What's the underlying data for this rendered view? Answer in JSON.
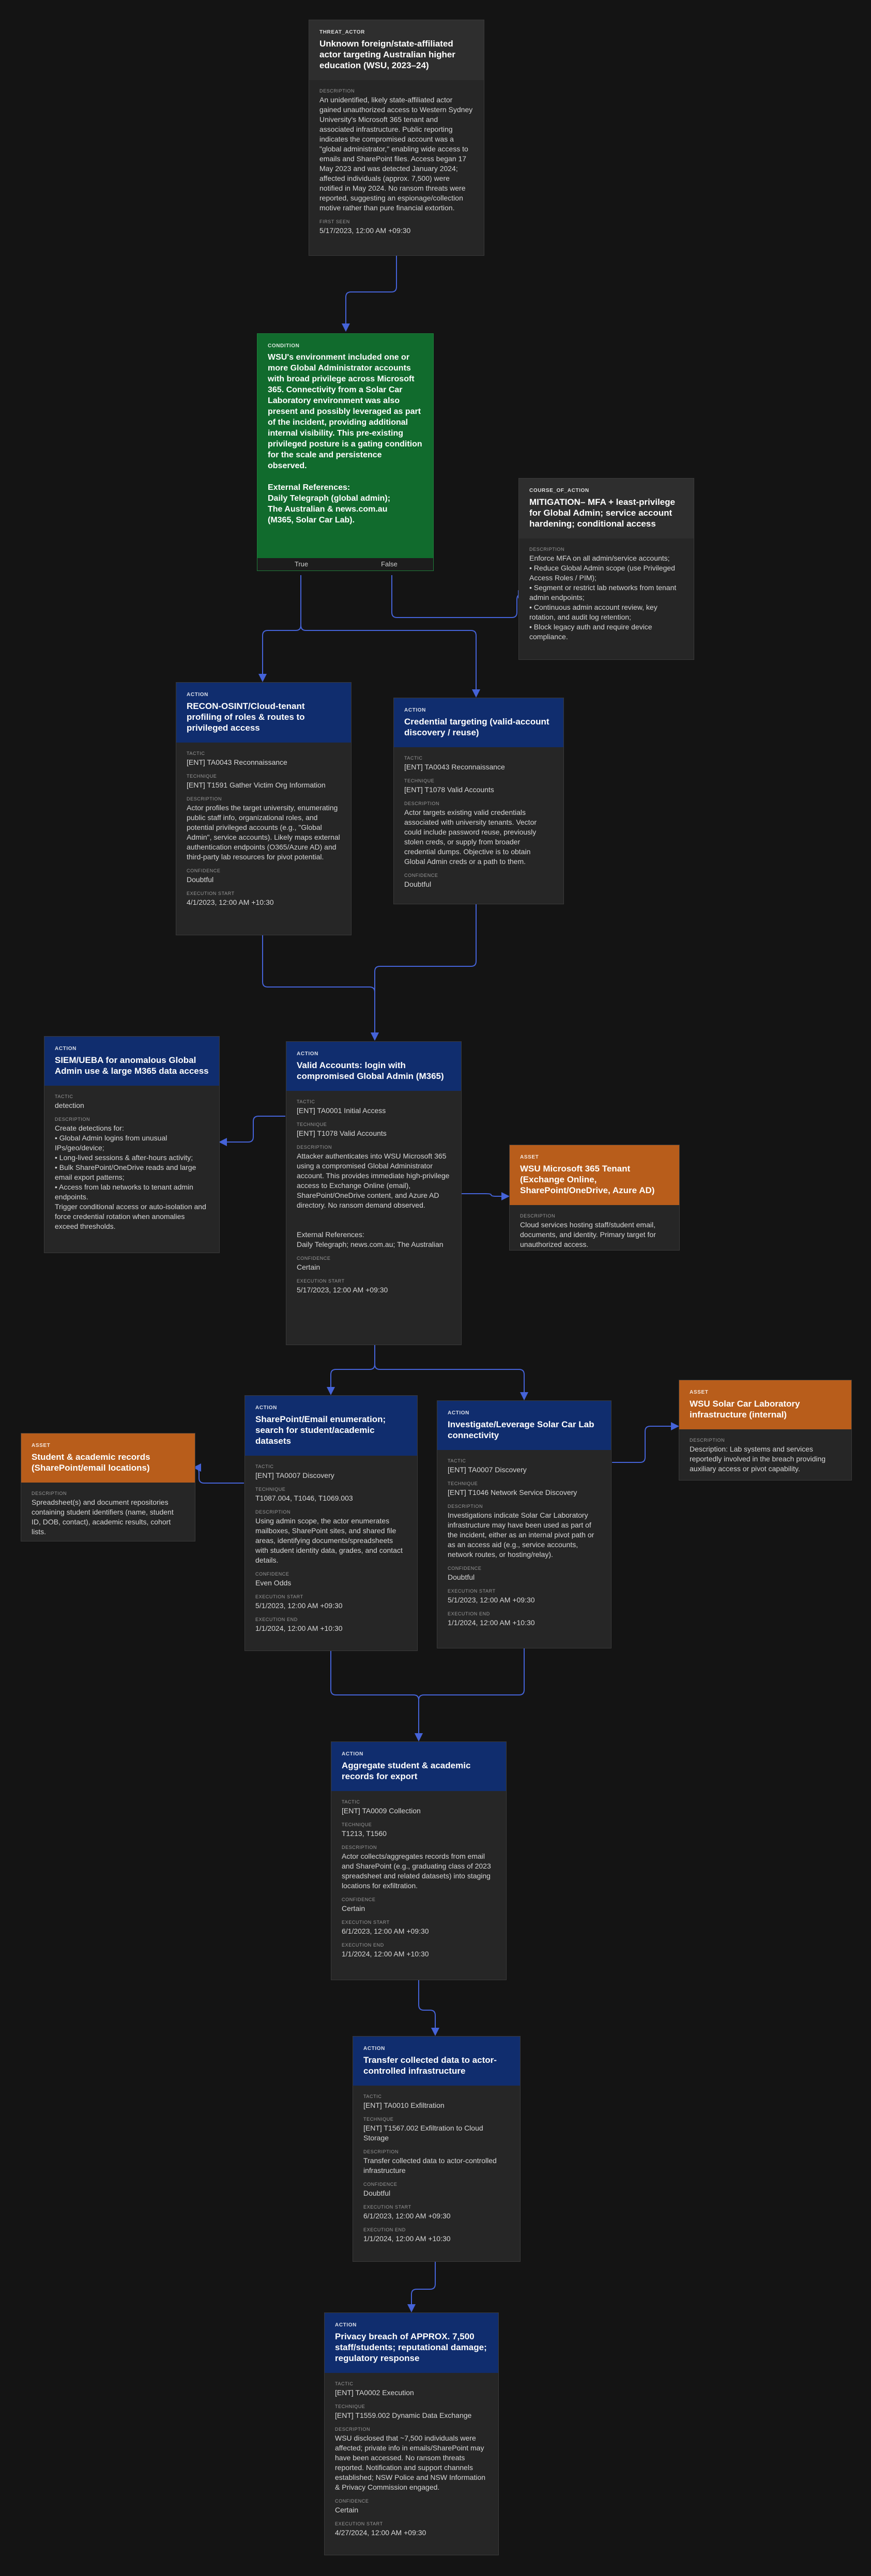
{
  "labels": {
    "description": "DESCRIPTION",
    "tactic": "TACTIC",
    "technique": "TECHNIQUE",
    "confidence": "CONFIDENCE",
    "first_seen": "FIRST SEEN",
    "execution_start": "EXECUTION START",
    "execution_end": "EXECUTION END"
  },
  "threat": {
    "kind": "THREAT_ACTOR",
    "title": "Unknown foreign/state-affiliated actor targeting Australian higher education (WSU, 2023–24)",
    "description": "An unidentified, likely state-affiliated actor gained unauthorized access to Western Sydney University's Microsoft 365 tenant and associated infrastructure. Public reporting indicates the compromised account was a \"global administrator,\" enabling wide access to emails and SharePoint files. Access began 17 May 2023 and was detected January 2024; affected individuals (approx. 7,500) were notified in May 2024. No ransom threats were reported, suggesting an espionage/collection motive rather than pure financial extortion.",
    "first_seen": "5/17/2023, 12:00 AM +09:30"
  },
  "condition": {
    "kind": "CONDITION",
    "text": "WSU's environment included one or more Global Administrator accounts with broad privilege across Microsoft 365. Connectivity from a Solar Car Laboratory environment was also present and possibly leveraged as part of the incident, providing additional internal visibility. This pre-existing privileged posture is a gating condition for the scale and persistence observed.\n\nExternal References:\nDaily Telegraph (global admin);\nThe Australian & news.com.au\n(M365, Solar Car Lab).",
    "true_label": "True",
    "false_label": "False"
  },
  "coa": {
    "kind": "COURSE_OF_ACTION",
    "title": "MITIGATION– MFA + least-privilege for Global Admin; service account hardening; conditional access",
    "description": "Enforce MFA on all admin/service accounts;\n• Reduce Global Admin scope (use Privileged Access Roles / PIM);\n• Segment or restrict lab networks from tenant admin endpoints;\n• Continuous admin account review, key rotation, and audit log retention;\n• Block legacy auth and require device compliance."
  },
  "recon": {
    "kind": "ACTION",
    "title": "RECON-OSINT/Cloud-tenant profiling of roles & routes to privileged access",
    "tactic": "[ENT] TA0043 Reconnaissance",
    "technique": "[ENT] T1591 Gather Victim Org Information",
    "description": "Actor profiles the target university, enumerating public staff info, organizational roles, and potential privileged accounts (e.g., \"Global Admin\", service accounts). Likely maps external authentication endpoints (O365/Azure AD) and third-party lab resources for pivot potential.",
    "confidence": "Doubtful",
    "execution_start": "4/1/2023, 12:00 AM +10:30"
  },
  "cred": {
    "kind": "ACTION",
    "title": "Credential targeting (valid-account discovery / reuse)",
    "tactic": "[ENT] TA0043 Reconnaissance",
    "technique": "[ENT] T1078 Valid Accounts",
    "description": "Actor targets existing valid credentials associated with university tenants. Vector could include password reuse, previously stolen creds, or supply from broader credential dumps. Objective is to obtain Global Admin creds or a path to them.",
    "confidence": "Doubtful"
  },
  "siem": {
    "kind": "ACTION",
    "title": "SIEM/UEBA for anomalous Global Admin use & large M365 data access",
    "tactic": "detection",
    "description": "Create detections for:\n• Global Admin logins from unusual IPs/geo/device;\n• Long-lived sessions & after-hours activity;\n• Bulk SharePoint/OneDrive reads and large email export patterns;\n• Access from lab networks to tenant admin endpoints.\nTrigger conditional access or auto-isolation and force credential rotation when anomalies exceed thresholds."
  },
  "valid": {
    "kind": "ACTION",
    "title": "Valid Accounts: login with compromised Global Admin (M365)",
    "tactic": "[ENT] TA0001 Initial Access",
    "technique": "[ENT] T1078 Valid Accounts",
    "description": "Attacker authenticates into WSU Microsoft 365 using a compromised Global Administrator account. This provides immediate high-privilege access to Exchange Online (email), SharePoint/OneDrive content, and Azure AD directory. No ransom demand observed.\n\n\nExternal References:\nDaily Telegraph; news.com.au; The Australian",
    "confidence": "Certain",
    "execution_start": "5/17/2023, 12:00 AM +09:30"
  },
  "m365": {
    "kind": "ASSET",
    "title": "WSU Microsoft 365 Tenant (Exchange Online, SharePoint/OneDrive, Azure AD)",
    "description": "Cloud services hosting staff/student email, documents, and identity. Primary target for unauthorized access."
  },
  "sp": {
    "kind": "ACTION",
    "title": "SharePoint/Email enumeration; search for student/academic datasets",
    "tactic": "[ENT] TA0007 Discovery",
    "technique": "T1087.004, T1046, T1069.003",
    "description": "Using admin scope, the actor enumerates mailboxes, SharePoint sites, and shared file areas, identifying documents/spreadsheets with student identity data, grades, and contact details.",
    "confidence": "Even Odds",
    "execution_start": "5/1/2023, 12:00 AM +09:30",
    "execution_end": "1/1/2024, 12:00 AM +10:30"
  },
  "solar": {
    "kind": "ACTION",
    "title": "Investigate/Leverage Solar Car Lab connectivity",
    "tactic": "[ENT] TA0007 Discovery",
    "technique": "[ENT] T1046 Network Service Discovery",
    "description": "Investigations indicate Solar Car Laboratory infrastructure may have been used as part of the incident, either as an internal pivot path or as an access aid (e.g., service accounts, network routes, or hosting/relay).",
    "confidence": "Doubtful",
    "execution_start": "5/1/2023, 12:00 AM +09:30",
    "execution_end": "1/1/2024, 12:00 AM +10:30"
  },
  "student": {
    "kind": "ASSET",
    "title": "Student & academic records (SharePoint/email locations)",
    "description": "Spreadsheet(s) and document repositories containing student identifiers (name, student ID, DOB, contact), academic results, cohort lists."
  },
  "solarinfra": {
    "kind": "ASSET",
    "title": "WSU Solar Car Laboratory infrastructure (internal)",
    "description": "Description: Lab systems and services reportedly involved in the breach providing auxiliary access or pivot capability."
  },
  "agg": {
    "kind": "ACTION",
    "title": "Aggregate student & academic records for export",
    "tactic": "[ENT] TA0009 Collection",
    "technique": "T1213, T1560",
    "description": "Actor collects/aggregates records from email and SharePoint (e.g., graduating class of 2023 spreadsheet and related datasets) into staging locations for exfiltration.",
    "confidence": "Certain",
    "execution_start": "6/1/2023, 12:00 AM +09:30",
    "execution_end": "1/1/2024, 12:00 AM +10:30"
  },
  "exfil": {
    "kind": "ACTION",
    "title": "Transfer collected data to actor-controlled infrastructure",
    "tactic": "[ENT] TA0010 Exfiltration",
    "technique": "[ENT] T1567.002 Exfiltration to Cloud Storage",
    "description": "Transfer collected data to actor-controlled infrastructure",
    "confidence": "Doubtful",
    "execution_start": "6/1/2023, 12:00 AM +09:30",
    "execution_end": "1/1/2024, 12:00 AM +10:30"
  },
  "privacy": {
    "kind": "ACTION",
    "title": "Privacy breach of APPROX. 7,500 staff/students; reputational damage; regulatory response",
    "tactic": "[ENT] TA0002 Execution",
    "technique": "[ENT] T1559.002 Dynamic Data Exchange",
    "description": "WSU disclosed that ~7,500 individuals were affected; private info in emails/SharePoint may have been accessed. No ransom threats reported. Notification and support channels established; NSW Police and NSW Information & Privacy Commission engaged.",
    "confidence": "Certain",
    "execution_start": "4/27/2024, 12:00 AM +09:30"
  },
  "colors": {
    "action": "#102d6e",
    "asset": "#b85d1b",
    "condition": "#116b2d",
    "card": "#262626",
    "edge": "#4563d8"
  }
}
